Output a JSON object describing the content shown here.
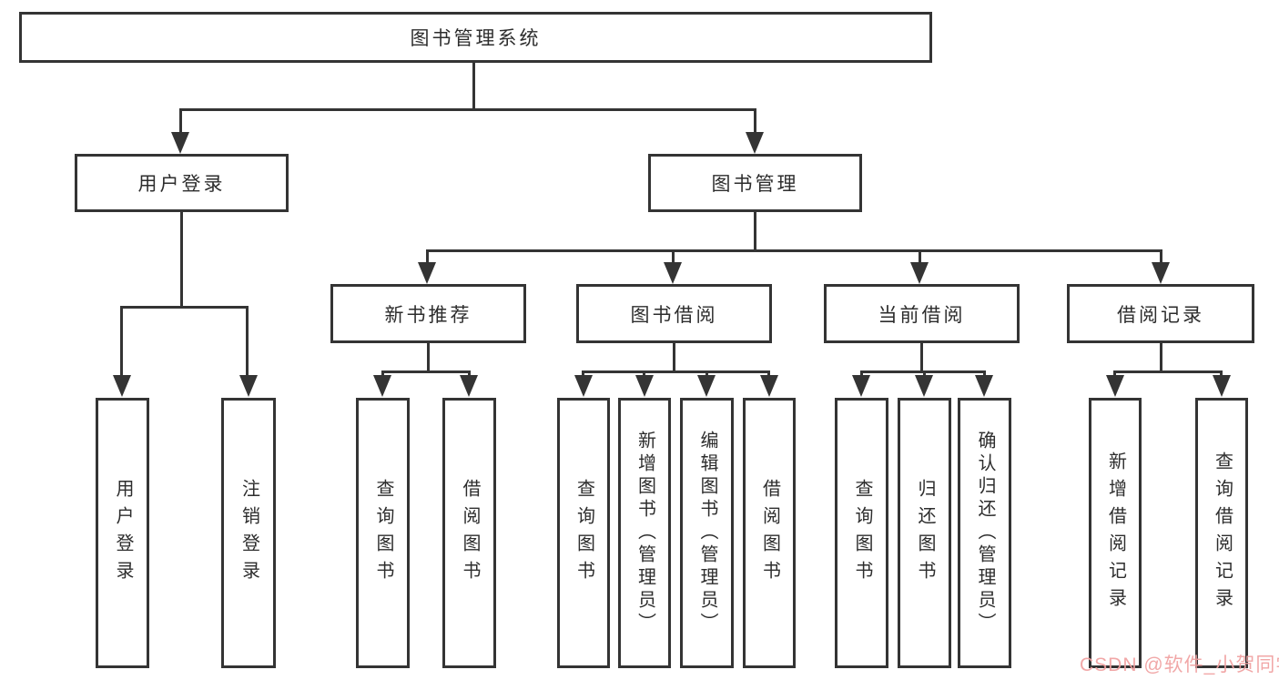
{
  "tree": {
    "label": "图书管理系统",
    "children": [
      {
        "label": "用户登录",
        "children": [
          {
            "label": "用户登录"
          },
          {
            "label": "注销登录"
          }
        ]
      },
      {
        "label": "图书管理",
        "children": [
          {
            "label": "新书推荐",
            "children": [
              {
                "label": "查询图书"
              },
              {
                "label": "借阅图书"
              }
            ]
          },
          {
            "label": "图书借阅",
            "children": [
              {
                "label": "查询图书"
              },
              {
                "label": "新增图书（管理员）"
              },
              {
                "label": "编辑图书（管理员）"
              },
              {
                "label": "借阅图书"
              }
            ]
          },
          {
            "label": "当前借阅",
            "children": [
              {
                "label": "查询图书"
              },
              {
                "label": "归还图书"
              },
              {
                "label": "确认归还（管理员）"
              }
            ]
          },
          {
            "label": "借阅记录",
            "children": [
              {
                "label": "新增借阅记录"
              },
              {
                "label": "查询借阅记录"
              }
            ]
          }
        ]
      }
    ]
  },
  "watermark": {
    "text": "CSDN @软件_小贺同学"
  },
  "colors": {
    "line": "#343434",
    "text": "#2d2d2d",
    "background": "#ffffff",
    "watermark": "#f0a0a0"
  }
}
